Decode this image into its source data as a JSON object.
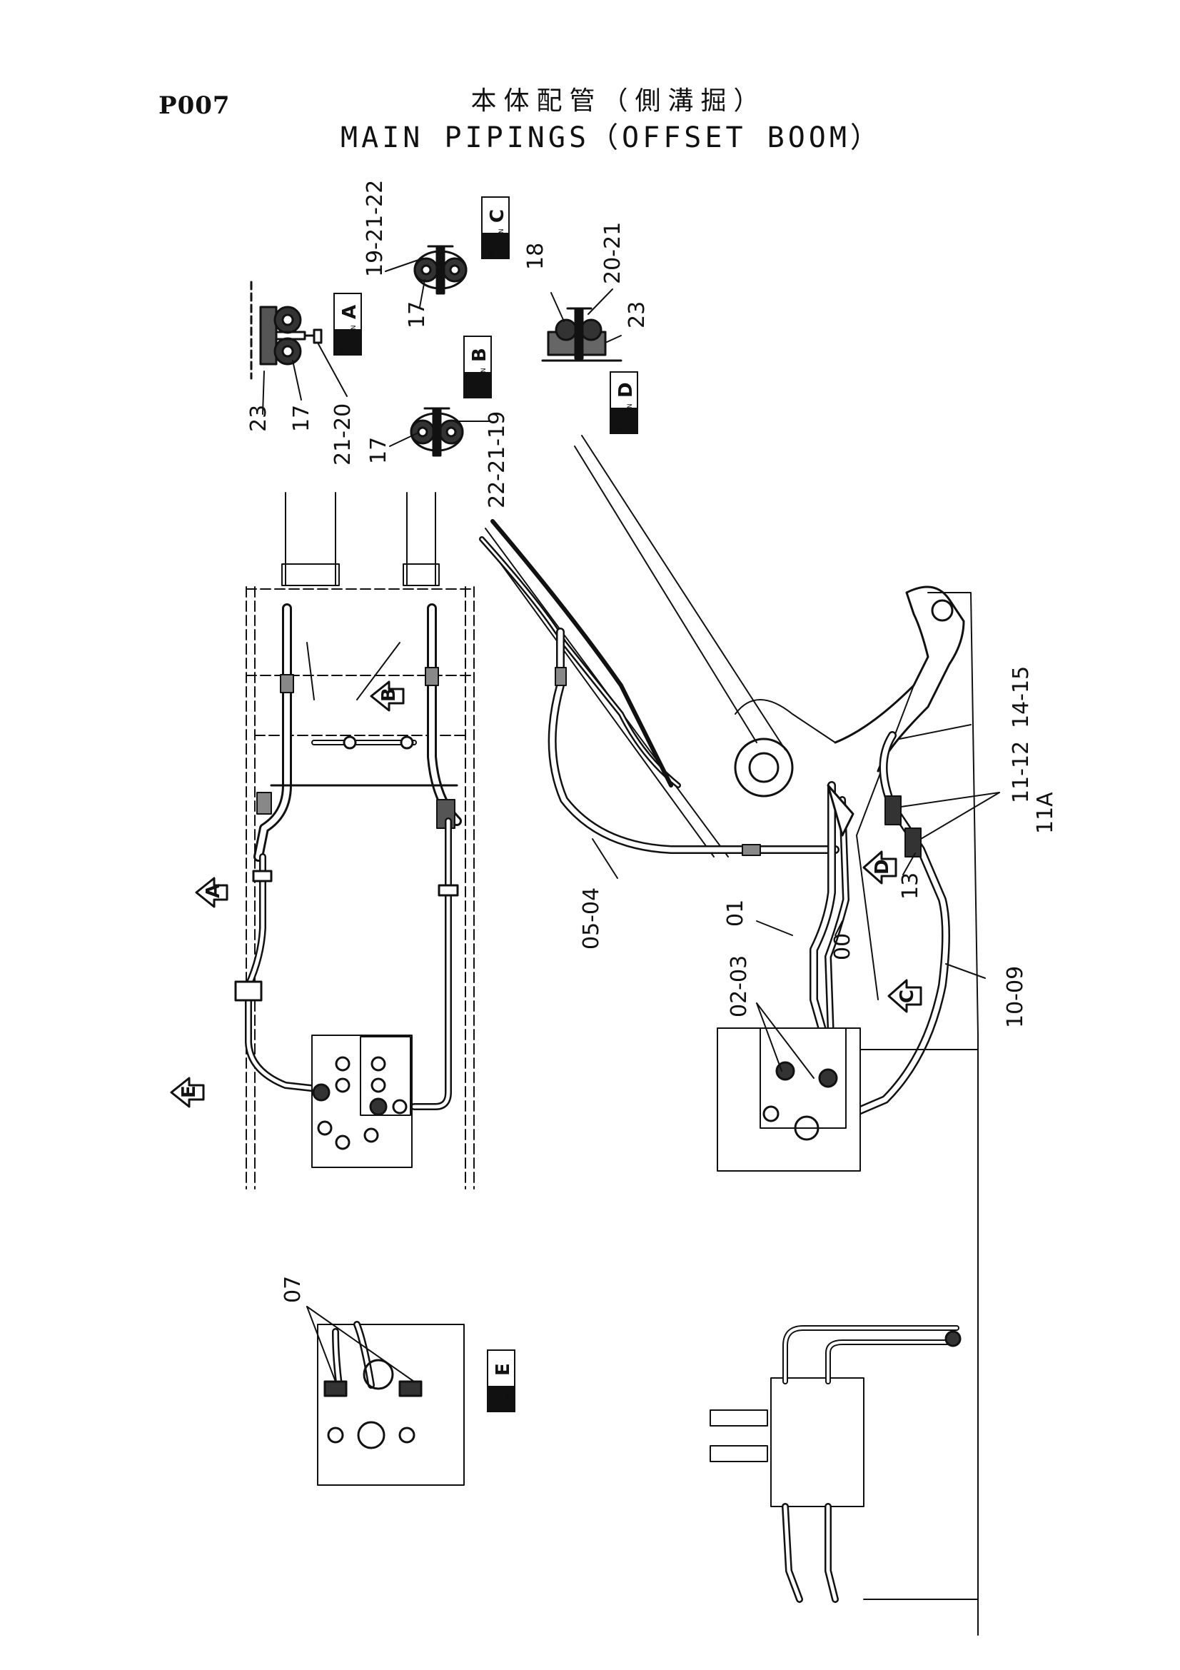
{
  "header": {
    "page_code": "P007",
    "title_jp": "本体配管（側溝掘）",
    "title_en": "MAIN PIPINGS（OFFSET BOOM）"
  },
  "sections": {
    "a": {
      "jp": "断面",
      "en": "SECTION",
      "letter": "A"
    },
    "b": {
      "jp": "断面",
      "en": "SECTION",
      "letter": "B"
    },
    "c": {
      "jp": "断面",
      "en": "SECTION",
      "letter": "C"
    },
    "d": {
      "jp": "断面",
      "en": "SECTION",
      "letter": "D"
    },
    "e": {
      "jp": "矢視",
      "en": "VIEW",
      "letter": "E"
    }
  },
  "view_arrows": {
    "a": "A",
    "b": "B",
    "c": "C",
    "d": "D",
    "e": "E"
  },
  "part_labels": {
    "sec_a_23": "23",
    "sec_a_17": "17",
    "sec_a_21_20": "21-20",
    "sec_c_19_21_22": "19-21-22",
    "sec_c_17": "17",
    "sec_b_17": "17",
    "sec_b_22_21_19": "22-21-19",
    "sec_d_18": "18",
    "sec_d_20_21": "20-21",
    "sec_d_23": "23",
    "p14_15": "14-15",
    "p11_12": "11-12",
    "p11a": "11A",
    "p13": "13",
    "p01": "01",
    "p00": "00",
    "p05_04": "05-04",
    "p02_03": "02-03",
    "p10_09": "10-09",
    "p07": "07"
  }
}
